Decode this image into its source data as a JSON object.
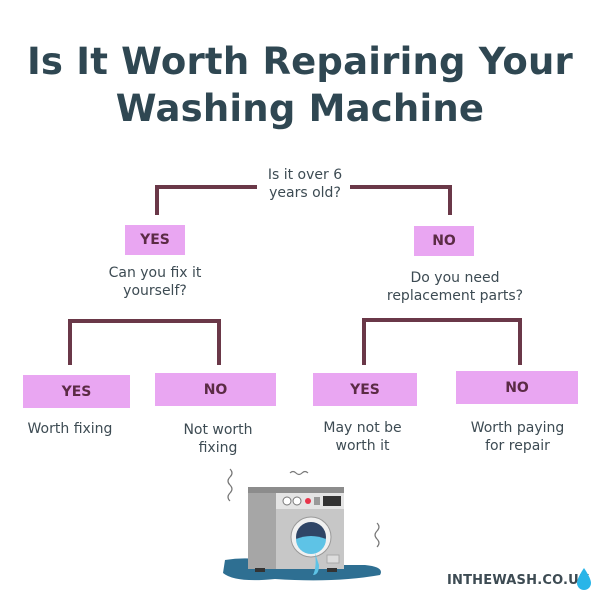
{
  "title": {
    "line1": "Is It Worth Repairing Your",
    "line2": "Washing Machine"
  },
  "root_question": {
    "line1": "Is it over 6",
    "line2": "years old?"
  },
  "level1": [
    {
      "label": "YES",
      "question": {
        "line1": "Can you fix it",
        "line2": "yourself?"
      }
    },
    {
      "label": "NO",
      "question": {
        "line1": "Do you need",
        "line2": "replacement parts?"
      }
    }
  ],
  "leaves": [
    {
      "label": "YES",
      "result": {
        "line1": "Worth fixing",
        "line2": ""
      }
    },
    {
      "label": "NO",
      "result": {
        "line1": "Not worth",
        "line2": "fixing"
      }
    },
    {
      "label": "YES",
      "result": {
        "line1": "May not be",
        "line2": "worth it"
      }
    },
    {
      "label": "NO",
      "result": {
        "line1": "Worth paying",
        "line2": "for repair"
      }
    }
  ],
  "brand": {
    "text": "INTHEWASH.CO.UK",
    "icon": "water-drop-icon"
  },
  "colors": {
    "title": "#2f4752",
    "box": "#e9a6f2",
    "box_text": "#5b2b45",
    "connector": "#6a3848",
    "drop": "#29b5e8"
  }
}
